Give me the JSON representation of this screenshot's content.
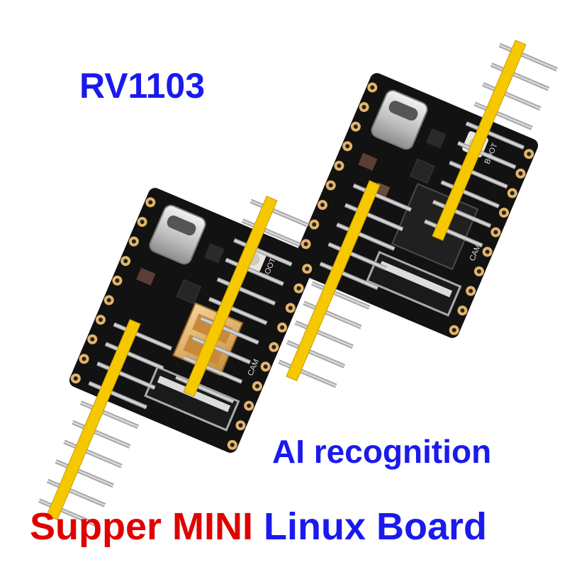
{
  "product": {
    "chip_name": "RV1103",
    "feature": "AI recognition",
    "tagline_part1": "Supper MINI",
    "tagline_part2": "Linux Board"
  },
  "board_silkscreen": {
    "boot_label": "BOOT",
    "cam_label": "CAM"
  },
  "colors": {
    "chip_name": "#1a1aee",
    "feature": "#1a1aee",
    "tagline_part1": "#e00000",
    "tagline_part2": "#1a1aee",
    "pcb": "#111111",
    "pad": "#e3b46a",
    "header": "#f5c800",
    "pin": "#b9b9b9"
  }
}
